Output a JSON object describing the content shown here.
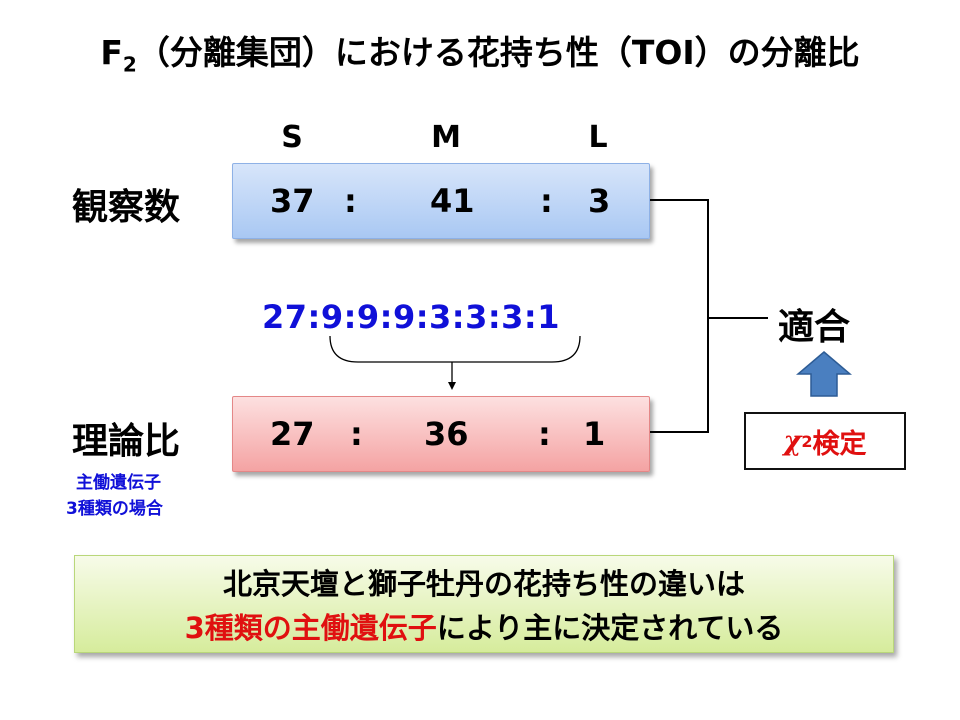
{
  "title": {
    "prefix": "F",
    "subscript": "2",
    "rest": "（分離集団）における花持ち性（TOI）の分離比"
  },
  "columns": [
    "S",
    "M",
    "L"
  ],
  "observed": {
    "label": "観察数",
    "values": [
      "37",
      "41",
      "3"
    ],
    "sep": ":"
  },
  "ratio_text": "27:9:9:9:3:3:3:1",
  "theory": {
    "label": "理論比",
    "values": [
      "27",
      "36",
      "1"
    ],
    "sep": ":",
    "note_line1": "主働遺伝子",
    "note_line2": "3種類の場合"
  },
  "fit_label": "適合",
  "test": {
    "symbol": "χ",
    "superscript": "2",
    "label": "検定"
  },
  "conclusion": {
    "line1": "北京天壇と獅子牡丹の花持ち性の違いは",
    "line2_red": "3種類の主働遺伝子",
    "line2_rest": "により主に決定されている"
  },
  "colors": {
    "blue_text": "#1010d8",
    "red_text": "#e01010",
    "observed_box": "#a9c8f3",
    "theory_box": "#f4a3a3",
    "conclusion_box": "#d6ec9c",
    "arrow": "#4a7fc0"
  },
  "icons": [
    "up-arrow-icon",
    "down-arrow-icon",
    "brace"
  ]
}
